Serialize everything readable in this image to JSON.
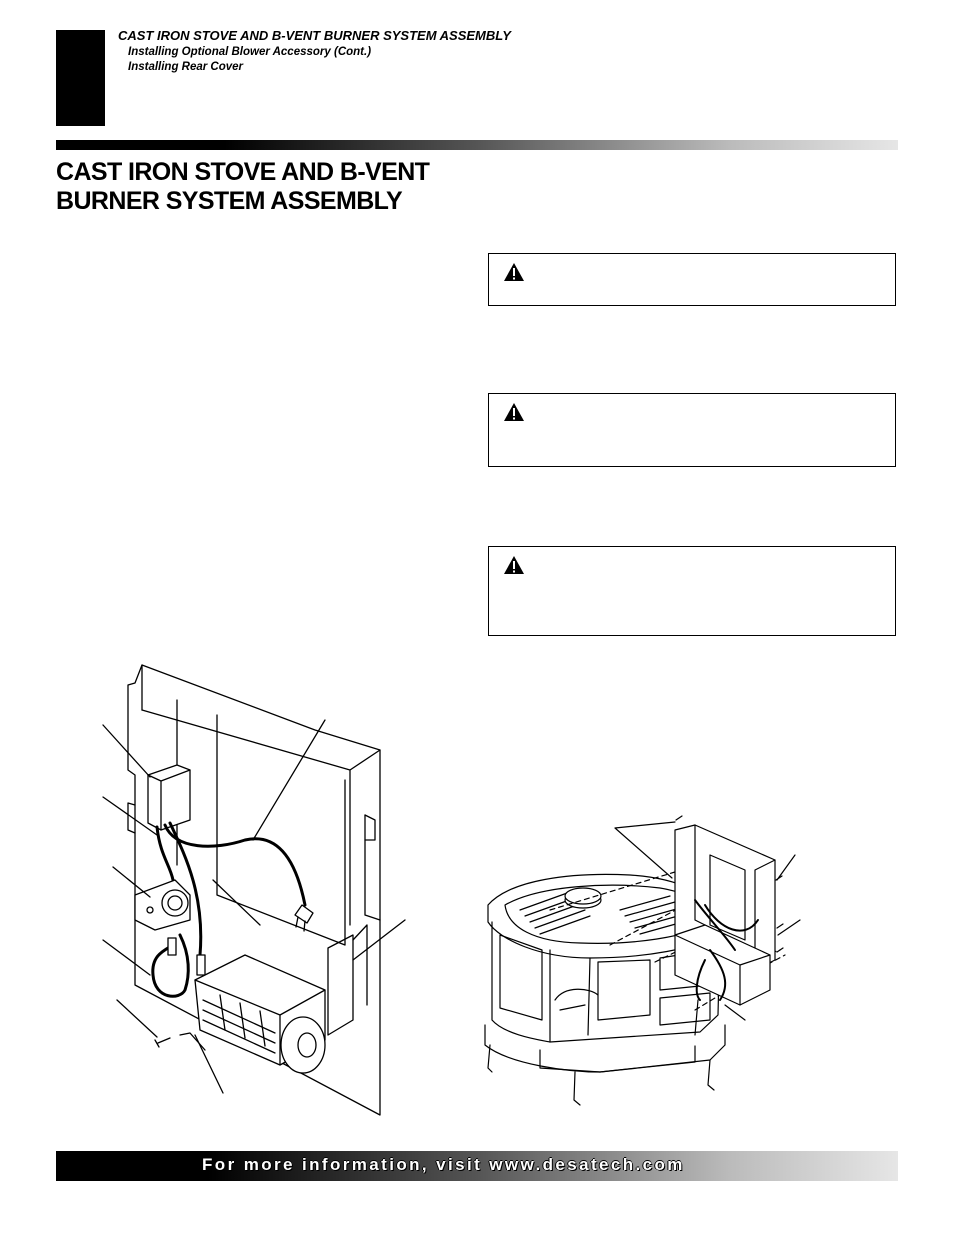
{
  "header": {
    "title": "CAST IRON STOVE AND B-VENT BURNER SYSTEM ASSEMBLY",
    "subtitle_1": "Installing Optional Blower Accessory (Cont.)",
    "subtitle_2": "Installing Rear Cover"
  },
  "section": {
    "title_line_1": "CAST IRON STOVE AND B-VENT",
    "title_line_2": "BURNER SYSTEM ASSEMBLY"
  },
  "warnings": [
    {
      "icon": "warning-triangle-icon"
    },
    {
      "icon": "warning-triangle-icon"
    },
    {
      "icon": "warning-triangle-icon"
    }
  ],
  "footer": {
    "text": "For more information, visit www.desatech.com"
  },
  "colors": {
    "ink": "#000000",
    "paper": "#ffffff"
  }
}
